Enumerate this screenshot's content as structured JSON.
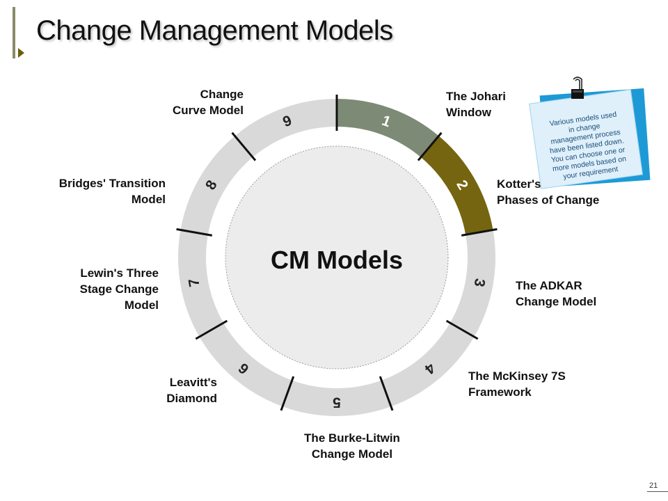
{
  "title": "Change Management Models",
  "center_label": "CM Models",
  "segments": [
    {
      "number": "1",
      "label_lines": [
        "The Johari",
        "Window"
      ],
      "color": "#7d8a75",
      "text_color": "#ffffff"
    },
    {
      "number": "2",
      "label_lines": [
        "Kotter's",
        "Phases of Change"
      ],
      "color": "#756510",
      "text_color": "#ffffff"
    },
    {
      "number": "3",
      "label_lines": [
        "The ADKAR",
        "Change Model"
      ],
      "color": "#d9d9d9",
      "text_color": "#222222"
    },
    {
      "number": "4",
      "label_lines": [
        "The McKinsey 7S",
        "Framework"
      ],
      "color": "#d9d9d9",
      "text_color": "#222222"
    },
    {
      "number": "5",
      "label_lines": [
        "The Burke-Litwin",
        "Change Model"
      ],
      "color": "#d9d9d9",
      "text_color": "#222222"
    },
    {
      "number": "6",
      "label_lines": [
        "Leavitt's",
        "Diamond"
      ],
      "color": "#d9d9d9",
      "text_color": "#222222"
    },
    {
      "number": "7",
      "label_lines": [
        "Lewin's Three",
        "Stage Change",
        "Model"
      ],
      "color": "#d9d9d9",
      "text_color": "#222222"
    },
    {
      "number": "8",
      "label_lines": [
        "Bridges' Transition",
        "Model"
      ],
      "color": "#d9d9d9",
      "text_color": "#222222"
    },
    {
      "number": "9",
      "label_lines": [
        "Change",
        "Curve Model"
      ],
      "color": "#d9d9d9",
      "text_color": "#222222"
    }
  ],
  "note_lines": [
    "Various models used",
    "in change",
    "management process",
    "have been listed down.",
    "You can choose one or",
    "more models based on",
    "your requirement"
  ],
  "page_number": "21"
}
